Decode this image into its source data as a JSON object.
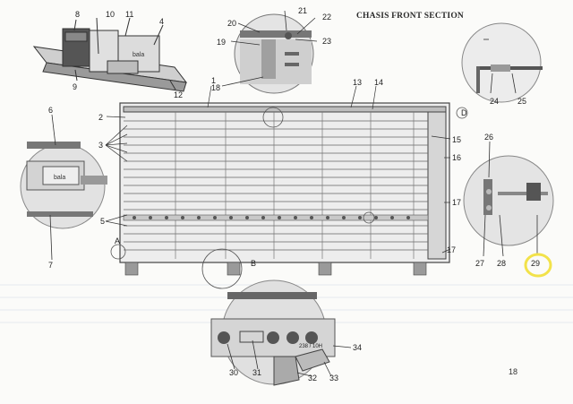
{
  "page": {
    "title": "CHASIS FRONT SECTION",
    "page_number": "18"
  },
  "callouts": {
    "c1": "1",
    "c2": "2",
    "c3": "3",
    "c4": "4",
    "c5": "5",
    "c6": "6",
    "c7": "7",
    "c8": "8",
    "c9": "9",
    "c10": "10",
    "c11": "11",
    "c12": "12",
    "c13": "13",
    "c14": "14",
    "c15": "15",
    "c16": "16",
    "c17a": "17",
    "c17b": "17",
    "c18": "18",
    "c19": "19",
    "c20": "20",
    "c21": "21",
    "c22": "22",
    "c23": "23",
    "c24": "24",
    "c25": "25",
    "c26": "26",
    "c27": "27",
    "c28": "28",
    "c29": "29",
    "c30": "30",
    "c31": "31",
    "c32": "32",
    "c33": "33",
    "c34": "34",
    "cA": "A",
    "cB": "B",
    "cD": "D"
  },
  "brand_marks": [
    "bala",
    "bala"
  ],
  "part_label_34": "238 / 10H",
  "colors": {
    "ink": "#3a3a3a",
    "highlight": "#f2e24a",
    "paper": "#fbfbf9"
  }
}
